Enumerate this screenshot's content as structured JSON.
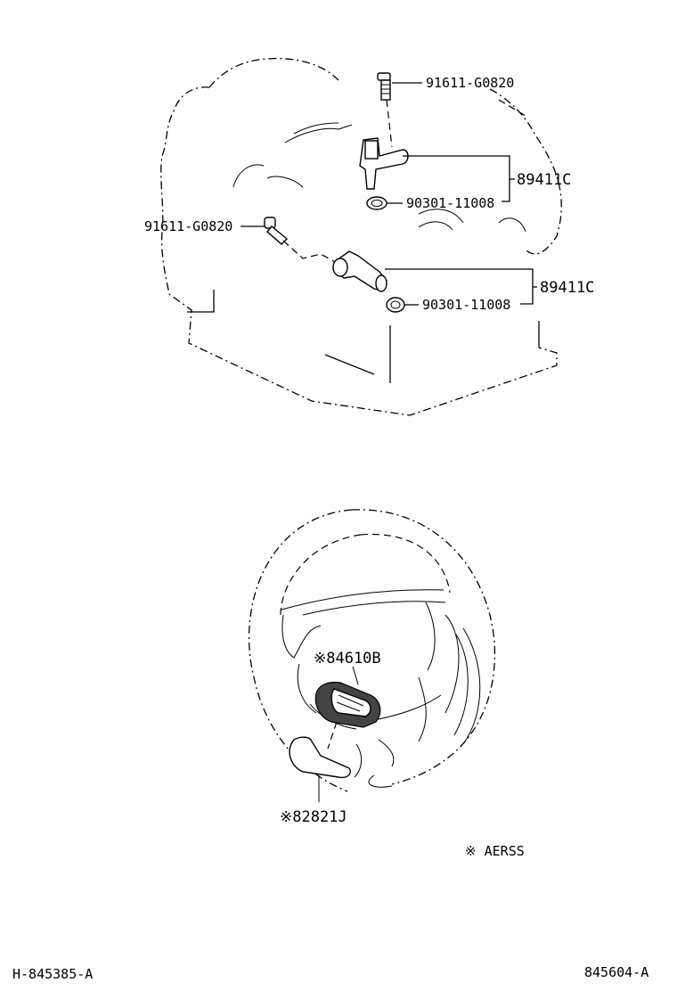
{
  "callouts": {
    "bolt_top": "91611-G0820",
    "bolt_left": "91611-G0820",
    "sensor_top": "89411C",
    "sensor_bottom": "89411C",
    "gasket_top": "90301-11008",
    "gasket_bottom": "90301-11008",
    "switch": "※84610B",
    "cover": "※82821J"
  },
  "legend": {
    "note": "※ AERSS"
  },
  "footer": {
    "left_code": "H-845385-A",
    "right_code": "845604-A"
  }
}
